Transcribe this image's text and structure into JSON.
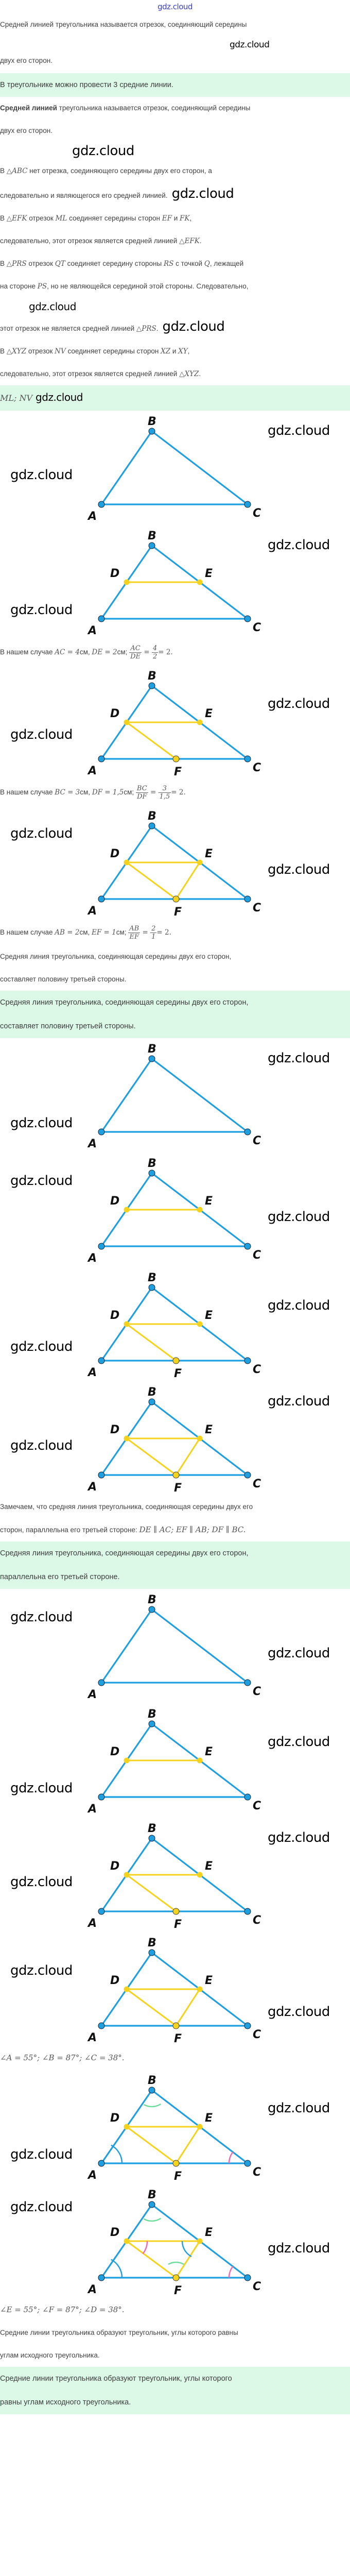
{
  "header": {
    "brand": "gdz.cloud"
  },
  "watermark": "gdz.cloud",
  "colors": {
    "side": "#1e9fe0",
    "midline": "#f5d31c",
    "highlight_bg": "#dcf9e8",
    "arc_green": "#6edc9a",
    "arc_pink": "#f06aae",
    "arc_blue": "#1e9fe0",
    "brand": "#3a3fc7"
  },
  "intro": {
    "definition_line1": "Средней линией треугольника называется отрезок, соединяющий середины",
    "definition_line2": "двух его сторон.",
    "highlight": "В треугольнике можно провести 3 средние линии.",
    "def_bold": "Средней линией",
    "def_rest_line1": " треугольника называется отрезок, соединяющий середины",
    "def_rest_line2": "двух его сторон."
  },
  "analysis": [
    {
      "pre": "В ",
      "math": "△ABC",
      "post": " нет отрезка, соединяющего середины двух его сторон, а"
    },
    {
      "pre": "следовательно и являющегося его средней линией.",
      "math": "",
      "post": ""
    },
    {
      "pre": "В ",
      "math": "△EFK",
      "mid1": " отрезок ",
      "math2": "ML",
      "mid2": " соединяет середины сторон ",
      "math3": "EF",
      "mid3": " и ",
      "math4": "FK",
      "post": ","
    },
    {
      "pre": "следовательно, этот отрезок является средней линией ",
      "math": "△EFK",
      "post": "."
    },
    {
      "pre": "В ",
      "math": "△PRS",
      "mid1": " отрезок ",
      "math2": "QT",
      "mid2": " соединяет середину стороны ",
      "math3": "RS",
      "mid3": " с точкой ",
      "math4": "Q",
      "post": ", лежащей"
    },
    {
      "pre": "на стороне ",
      "math": "PS",
      "post": ", но не являющейся серединой этой стороны. Следовательно,"
    },
    {
      "pre": "этот отрезок не является средней линией ",
      "math": "△PRS",
      "post": "."
    },
    {
      "pre": "В ",
      "math": "△XYZ",
      "mid1": " отрезок ",
      "math2": "NV",
      "mid2": " соединяет середины сторон ",
      "math3": "XZ",
      "mid3": " и ",
      "math4": "XY",
      "post": ","
    },
    {
      "pre": "следовательно, этот отрезок является средней линией ",
      "math": "△XYZ",
      "post": "."
    }
  ],
  "answer1": "ML; NV",
  "labels": {
    "A": "A",
    "B": "B",
    "C": "C",
    "D": "D",
    "E": "E",
    "F": "F"
  },
  "cases": [
    {
      "pre": "В нашем случае ",
      "eq1": "AC = 4",
      "u1": "см, ",
      "eq2": "DE = 2",
      "u2": "см; ",
      "fn1": "AC",
      "fd1": "DE",
      "fn2": "4",
      "fd2": "2",
      "result": "= 2."
    },
    {
      "pre": "В нашем случае ",
      "eq1": "BC = 3",
      "u1": "см, ",
      "eq2": "DF = 1,5",
      "u2": "см; ",
      "fn1": "BC",
      "fd1": "DF",
      "fn2": "3",
      "fd2": "1,5",
      "result": "= 2."
    },
    {
      "pre": "В нашем случае ",
      "eq1": "AB = 2",
      "u1": "см, ",
      "eq2": "EF = 1",
      "u2": "см; ",
      "fn1": "AB",
      "fd1": "EF",
      "fn2": "2",
      "fd2": "1",
      "result": "= 2."
    }
  ],
  "conclusion1": {
    "line1": "Средняя линия треугольника, соединяющая середины двух его сторон,",
    "line2": "составляет половину третьей стороны."
  },
  "answer2": {
    "line1": "Средняя линия треугольника, соединяющая середины двух его сторон,",
    "line2": "составляет половину третьей стороны."
  },
  "parallel": {
    "line1": "Замечаем, что средняя линия треугольника, соединяющая середины двух его",
    "line2_text": "сторон, параллельна его третьей стороне: ",
    "line2_math": "DE ∥ AC;  EF ∥ AB;  DF ∥ BC."
  },
  "answer3": {
    "line1": "Средняя линия треугольника, соединяющая середины двух его сторон,",
    "line2": "параллельна его третьей стороне."
  },
  "angles1": "∠A = 55°;  ∠B = 87°;  ∠C = 38°.",
  "angles2": "∠E = 55°;  ∠F = 87°;  ∠D = 38°.",
  "conclusion4": {
    "line1": "Средние линии треугольника образуют треугольник, углы которого равны",
    "line2": "углам исходного треугольника."
  },
  "answer4": {
    "line1": "Средние линии треугольника образуют треугольник, углы которого",
    "line2": "равны углам исходного треугольника."
  },
  "diagrams": [
    {
      "id": "d1",
      "midlines": [],
      "arcs": false
    },
    {
      "id": "d2",
      "midlines": [
        "DE"
      ],
      "arcs": false
    },
    {
      "id": "d3",
      "midlines": [
        "DE",
        "DF"
      ],
      "arcs": false
    },
    {
      "id": "d4",
      "midlines": [
        "DE",
        "DF",
        "EF"
      ],
      "arcs": false
    },
    {
      "id": "d5",
      "midlines": [],
      "arcs": false
    },
    {
      "id": "d6",
      "midlines": [
        "DE"
      ],
      "arcs": false
    },
    {
      "id": "d7",
      "midlines": [
        "DE",
        "DF"
      ],
      "arcs": false
    },
    {
      "id": "d8",
      "midlines": [
        "DE",
        "DF",
        "EF"
      ],
      "arcs": false
    },
    {
      "id": "d9",
      "midlines": [],
      "arcs": false
    },
    {
      "id": "d10",
      "midlines": [
        "DE"
      ],
      "arcs": false
    },
    {
      "id": "d11",
      "midlines": [
        "DE",
        "DF"
      ],
      "arcs": false
    },
    {
      "id": "d12",
      "midlines": [
        "DE",
        "DF",
        "EF"
      ],
      "arcs": false
    },
    {
      "id": "d13",
      "midlines": [
        "DE",
        "DF",
        "EF"
      ],
      "arcs": "outer"
    },
    {
      "id": "d14",
      "midlines": [
        "DE",
        "DF",
        "EF"
      ],
      "arcs": "all"
    }
  ]
}
